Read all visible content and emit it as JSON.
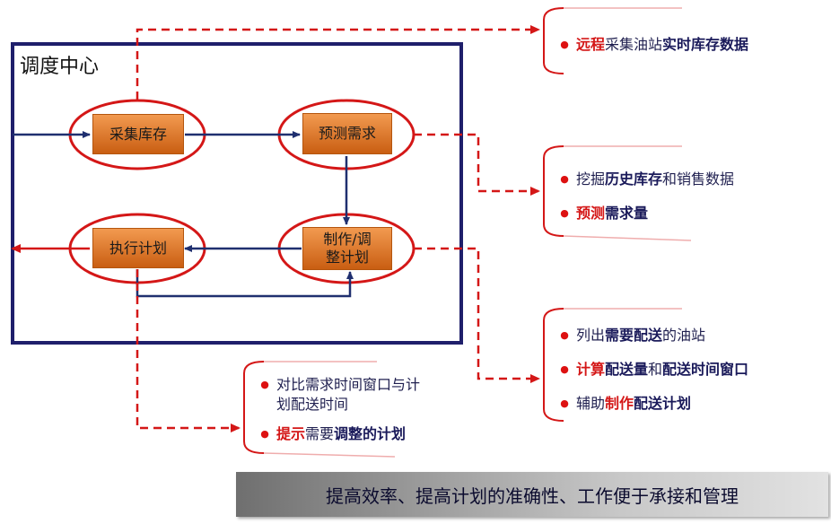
{
  "center_label": "调度中心",
  "processes": {
    "collect": "采集库存",
    "forecast": "预测需求",
    "adjust_line1": "制作/调",
    "adjust_line2": "整计划",
    "execute": "执行计划"
  },
  "note_remote": {
    "line1": {
      "red": "远程",
      "plain": "采集油站",
      "bold": "实时库存数据"
    }
  },
  "note_forecast": {
    "line1": {
      "plain1": "挖掘",
      "bold": "历史库存",
      "plain2": "和销售数据"
    },
    "line2": {
      "red": "预测",
      "bold": "需求量"
    }
  },
  "note_adjust": {
    "line1": {
      "plain1": "列出",
      "bold": "需要配送",
      "plain2": "的油站"
    },
    "line2": {
      "red": "计算",
      "bold1": "配送量",
      "plain": "和",
      "bold2": "配送时间窗口"
    },
    "line3": {
      "plain": "辅助",
      "red": "制作",
      "bold": "配送计划"
    }
  },
  "note_execute": {
    "line1a": "对比需求时间窗口与计",
    "line1b": "划配送时间",
    "line2": {
      "red": "提示",
      "plain": "需要",
      "bold": "调整的计划"
    }
  },
  "banner": "提高效率、提高计划的准确性、工作便于承接和管理",
  "colors": {
    "frame": "#1f1f6b",
    "flow": "#1f2f6f",
    "accent_red": "#d41717",
    "process_fill": "#e8782a"
  }
}
